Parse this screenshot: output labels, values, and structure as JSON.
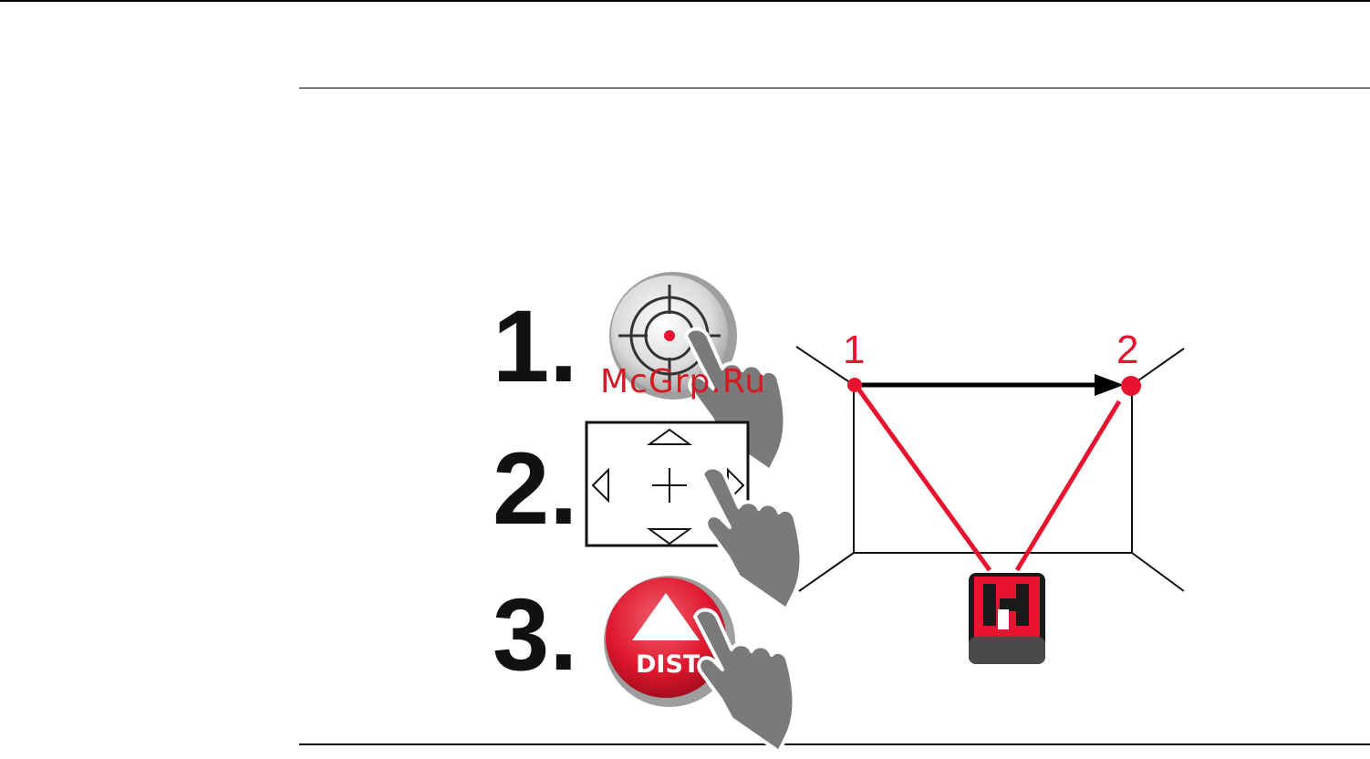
{
  "steps": [
    {
      "number": "1.",
      "action": "target-button"
    },
    {
      "number": "2.",
      "action": "crosshair-navigation"
    },
    {
      "number": "3.",
      "action": "dist-button"
    }
  ],
  "dist_button": {
    "label": "DIST"
  },
  "points": {
    "first": "1",
    "second": "2"
  },
  "watermark": "McGrp.Ru",
  "colors": {
    "accent_red": "#e8132e",
    "hand_gray": "#7a7a7a",
    "line_black": "#000000"
  },
  "icons": [
    "target-icon",
    "hand-pointer-icon",
    "arrow-up-icon",
    "arrow-down-icon",
    "arrow-left-icon",
    "arrow-right-icon",
    "crosshair-icon",
    "laser-device-icon"
  ]
}
